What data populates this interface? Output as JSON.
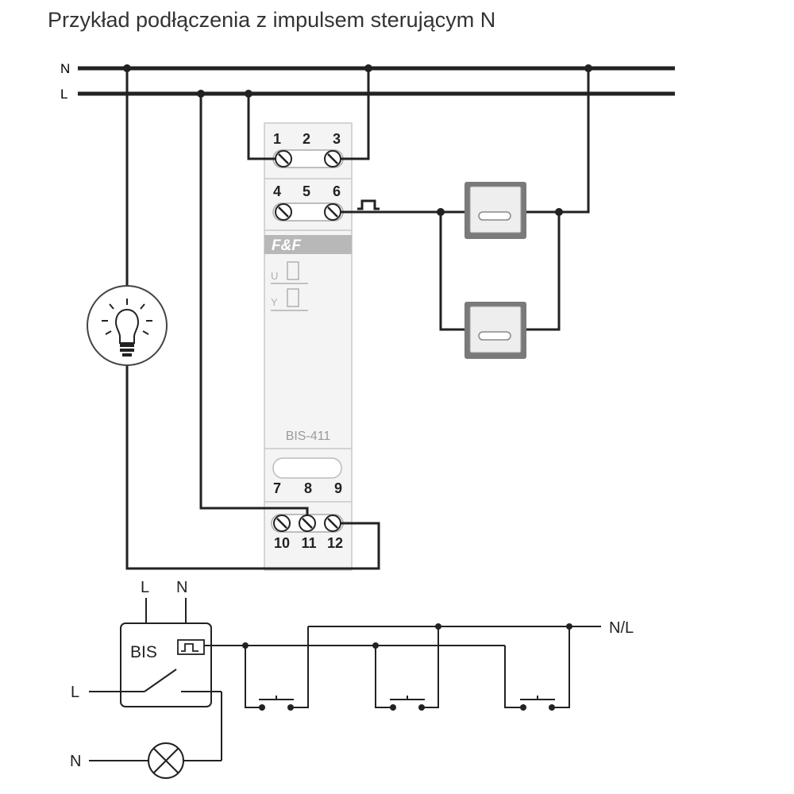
{
  "title": "Przykład podłączenia z impulsem sterującym N",
  "lines": {
    "n": "N",
    "l": "L"
  },
  "device": {
    "brand": "F&F",
    "model": "BIS-411",
    "top_terminals_row1": [
      "1",
      "2",
      "3"
    ],
    "top_terminals_row2": [
      "4",
      "5",
      "6"
    ],
    "bottom_terminals_row1": [
      "7",
      "8",
      "9"
    ],
    "bottom_terminals_row2": [
      "10",
      "11",
      "12"
    ],
    "indicator_u": "U",
    "indicator_2": "Y"
  },
  "schematic": {
    "box_label": "BIS",
    "top_l": "L",
    "top_n": "N",
    "left_l": "L",
    "left_n": "N",
    "right_nl": "N/L"
  },
  "colors": {
    "wire": "#222222",
    "device_body": "#f4f4f4",
    "brand_bar": "#b8b8b8",
    "device_text": "#9a9a9a"
  }
}
